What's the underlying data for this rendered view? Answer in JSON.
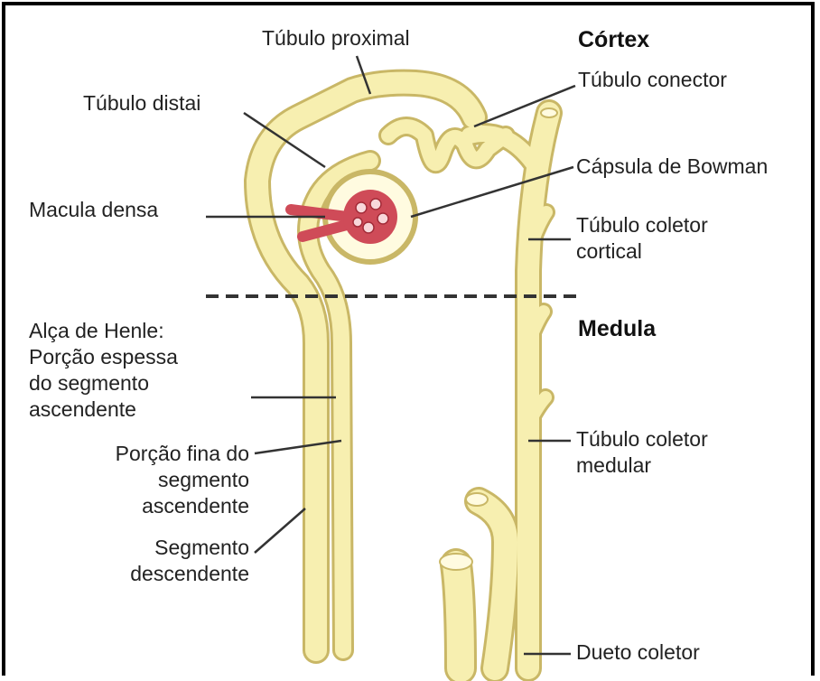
{
  "labels": {
    "tubulo_proximal": "Túbulo proximal",
    "cortex": "Córtex",
    "tubulo_conector": "Túbulo conector",
    "tubulo_distal": "Túbulo distai",
    "capsula_bowman": "Cápsula de Bowman",
    "macula_densa": "Macula densa",
    "tubulo_coletor_cortical": [
      "Túbulo coletor",
      "cortical"
    ],
    "medula": "Medula",
    "alca_henle": [
      "Alça de Henle:",
      "Porção espessa",
      "do segmento",
      "ascendente"
    ],
    "porcao_fina": [
      "Porção fina do",
      "segmento",
      "ascendente"
    ],
    "segmento_descendente": [
      "Segmento",
      "descendente"
    ],
    "tubulo_coletor_medular": [
      "Túbulo coletor",
      "medular"
    ],
    "dueto_coletor": "Dueto coletor"
  },
  "colors": {
    "tubule_fill": "#f7efb0",
    "tubule_outline": "#c9b766",
    "glomerulus": "#cf4b58",
    "leader_line": "#333333"
  }
}
